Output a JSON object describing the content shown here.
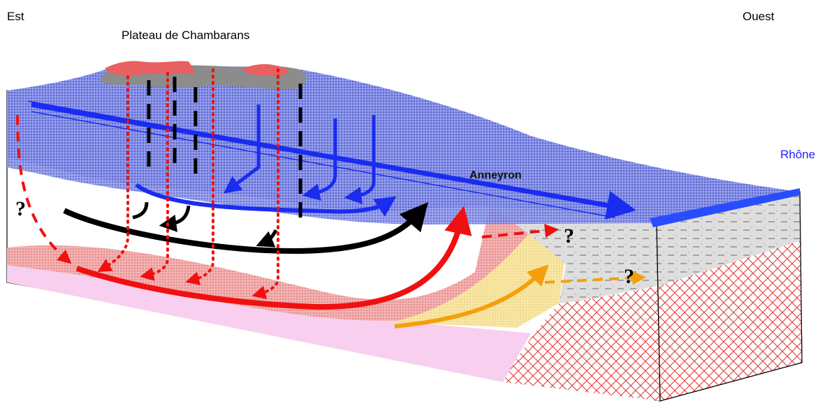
{
  "labels": {
    "est": "Est",
    "ouest": "Ouest",
    "plateau": "Plateau de Chambarans",
    "rhone": "Rhône",
    "anneyron": "Anneyron"
  },
  "question_mark": "?",
  "colors": {
    "surface_aquifer": "#5c68d8",
    "plateau_red": "#e86060",
    "plateau_grey": "#8a8a8a",
    "blue_flow": "#1a2cf0",
    "black_flow": "#000000",
    "red_flow": "#f01010",
    "red_layer": "#f2a0a0",
    "pink_layer": "#f8cfee",
    "yellow_layer": "#f7e3a0",
    "orange_flow": "#f5a00a",
    "grey_sediment": "#d8d8d8",
    "basement_hatch": "#e23a3a",
    "rhone_river": "#2a4cff"
  }
}
